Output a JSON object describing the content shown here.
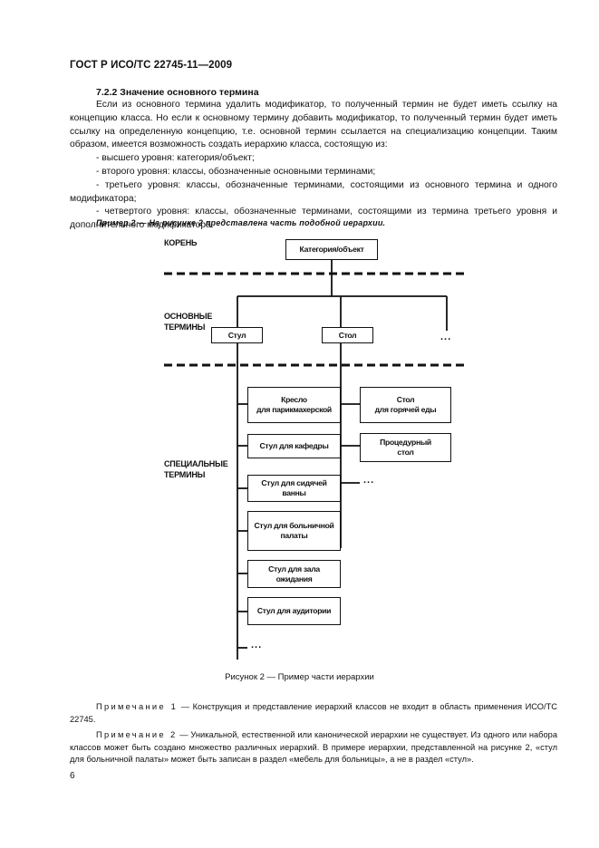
{
  "header": {
    "standard": "ГОСТ Р ИСО/ТС 22745-11—2009"
  },
  "section": {
    "title": "7.2.2 Значение основного термина",
    "paragraph": "Если из основного термина удалить модификатор, то полученный термин не будет иметь ссылку на концепцию класса. Но если к основному термину добавить модификатор, то полученный термин будет иметь ссылку на определенную концепцию, т.е. основной термин ссылается на специализацию концепции. Таким образом, имеется возможность создать иерархию класса, состоящую из:",
    "list": [
      "- высшего уровня: категория/объект;",
      "- второго уровня: классы, обозначенные основными терминами;",
      "- третьего уровня: классы, обозначенные терминами, состоящими из основного термина и одного модификатора;",
      "- четвертого уровня: классы, обозначенные терминами, состоящими из термина третьего уровня и дополнительного модификатора."
    ]
  },
  "example": "Пример 2 — На рисунке 2 представлена часть подобной иерархии.",
  "diagram": {
    "levels": {
      "root": "КОРЕНЬ",
      "basic_line1": "ОСНОВНЫЕ",
      "basic_line2": "ТЕРМИНЫ",
      "special_line1": "СПЕЦИАЛЬНЫЕ",
      "special_line2": "ТЕРМИНЫ"
    },
    "root_box": "Категория/объект",
    "basic": {
      "chair": "Стул",
      "table": "Стол",
      "more": "..."
    },
    "chairs": [
      {
        "line1": "Кресло",
        "line2": "для парикмахерской"
      },
      {
        "line1": "Стул для кафедры",
        "line2": ""
      },
      {
        "line1": "Стул для сидячей",
        "line2": "ванны"
      },
      {
        "line1": "Стул для больничной",
        "line2": "палаты"
      },
      {
        "line1": "Стул для зала",
        "line2": "ожидания"
      },
      {
        "line1": "Стул для аудитории",
        "line2": ""
      }
    ],
    "chairs_more": "...",
    "tables": [
      {
        "line1": "Стол",
        "line2": "для горячей еды"
      },
      {
        "line1": "Процедурный",
        "line2": "стол"
      }
    ],
    "tables_more": "..."
  },
  "figure_caption": "Рисунок 2 — Пример части иерархии",
  "notes": [
    {
      "label": "Примечание 1",
      "text": " — Конструкция и представление иерархий классов не входит в область применения ИСО/ТС 22745."
    },
    {
      "label": "Примечание 2",
      "text": " — Уникальной, естественной или канонической иерархии не существует. Из одного или набора классов может быть создано множество различных иерархий. В примере иерархии, представленной на рисунке 2, «стул для больничной палаты» может быть записан в раздел «мебель для больницы», а не в раздел «стул»."
    }
  ],
  "page_number": "6"
}
